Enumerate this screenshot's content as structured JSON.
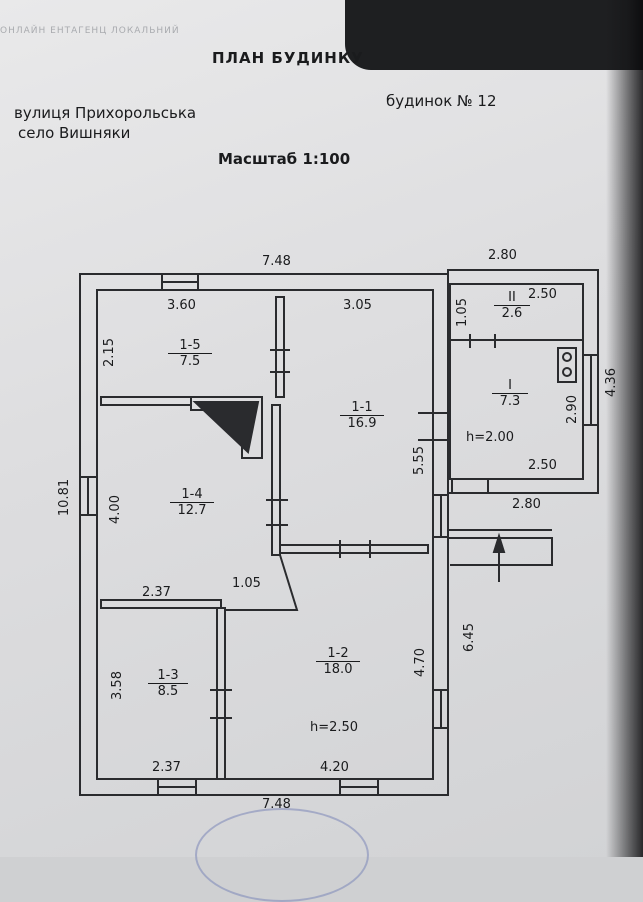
{
  "header": {
    "banner_fragment": "ОНЛАЙН ЕНТАГЕНЦ ЛОКАЛЬНИЙ"
  },
  "document": {
    "title": "ПЛАН БУДИНКУ",
    "street": "вулиця Прихорольська",
    "village": "село Вишняки",
    "house": "будинок № 12",
    "scale": "Масштаб 1:100"
  },
  "dims": {
    "top_main": "7.48",
    "top_annex": "2.80",
    "r15_width": "3.60",
    "r11_width": "3.05",
    "r15_height": "2.15",
    "annex_top_height": "1.05",
    "annex_top_width": "2.50",
    "annex_room_height": "2.90",
    "annex_outer_height": "4.36",
    "annex_room_width": "2.50",
    "annex_bottom": "2.80",
    "r11_height": "5.55",
    "left_total": "10.81",
    "r14_height": "4.00",
    "r14_width": "2.37",
    "hall_width": "1.05",
    "right_lower": "6.45",
    "r12_height": "4.70",
    "r13_height": "3.58",
    "r13_width": "2.37",
    "r12_width": "4.20",
    "bottom_main": "7.48"
  },
  "rooms": [
    {
      "number": "1-5",
      "area": "7.5"
    },
    {
      "number": "1-1",
      "area": "16.9"
    },
    {
      "number": "1-4",
      "area": "12.7"
    },
    {
      "number": "1-2",
      "area": "18.0"
    },
    {
      "number": "1-3",
      "area": "8.5"
    },
    {
      "number": "II",
      "area": "2.6"
    },
    {
      "number": "I",
      "area": "7.3"
    }
  ],
  "heights": {
    "annex": "h=2.00",
    "main": "h=2.50"
  },
  "colors": {
    "ink": "#1a1b1d",
    "paper": "#e0e0e2",
    "seal": "#7c86b8"
  }
}
